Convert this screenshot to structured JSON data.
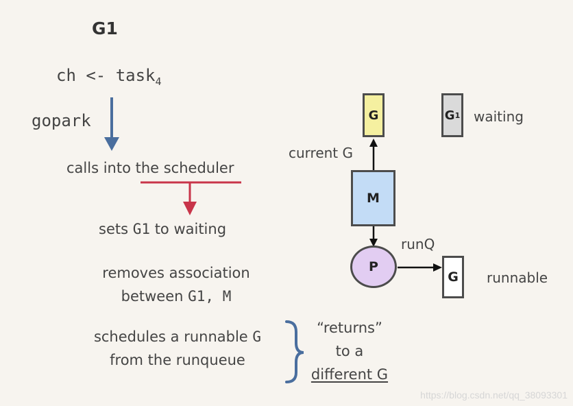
{
  "left": {
    "title": "G1",
    "code_line_prefix": "ch <- task",
    "code_line_sub": "4",
    "gopark": "gopark",
    "calls_scheduler": "calls into the scheduler",
    "sets_prefix": "sets ",
    "sets_code": "G1",
    "sets_suffix": " to waiting",
    "removes_line1": "removes association",
    "removes_line2_prefix": "between ",
    "removes_line2_code": "G1, M",
    "schedules_line1_prefix": "schedules a runnable ",
    "schedules_line1_code": "G",
    "schedules_line2": "from the runqueue",
    "returns_line1": "“returns”",
    "returns_line2": "to a",
    "returns_line3": "different G"
  },
  "diagram": {
    "current_g_box": "G",
    "current_g_label": "current G",
    "waiting_box": "G",
    "waiting_box_sub": "1",
    "waiting_label": "waiting",
    "m_box": "M",
    "p_circle": "P",
    "runq_label": "runQ",
    "runnable_box": "G",
    "runnable_label": "runnable"
  },
  "colors": {
    "background": "#f7f4ef",
    "blue_arrow": "#4a6e9e",
    "red_arrow": "#c8354a",
    "current_g_fill": "#f5f0a0",
    "waiting_fill": "#dadada",
    "m_fill": "#c3dcf6",
    "p_fill": "#e2cdf2",
    "runnable_fill": "#ffffff",
    "brace": "#4a6e9e"
  },
  "watermark": "https://blog.csdn.net/qq_38093301"
}
